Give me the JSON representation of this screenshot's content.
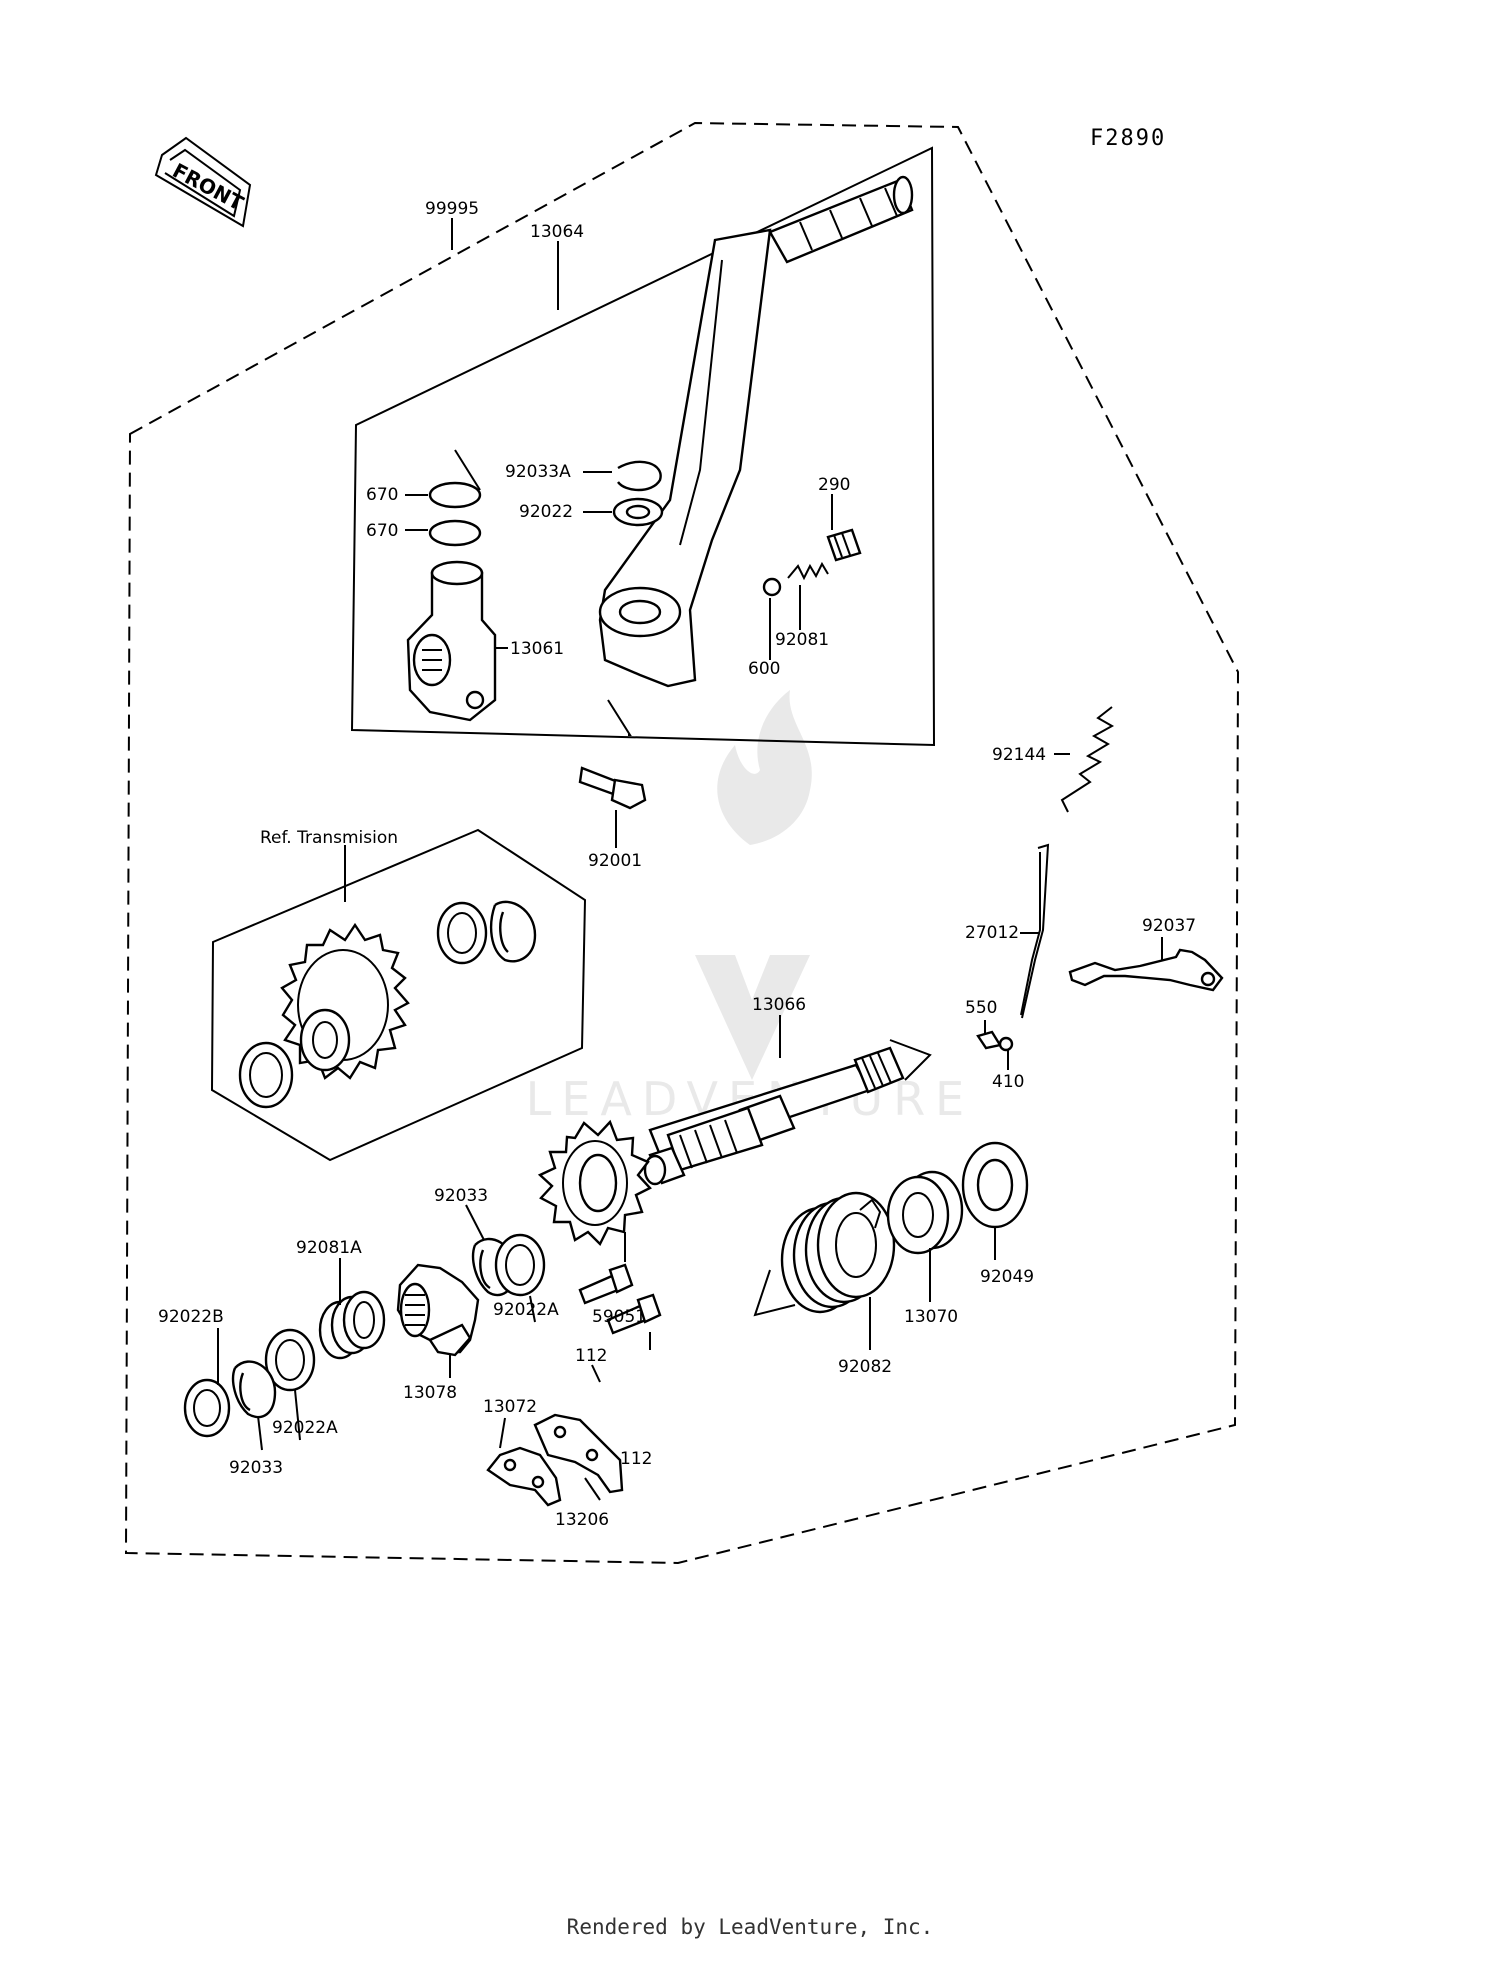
{
  "figure_code": "F2890",
  "front_label": "FRONT",
  "watermark": "LEADVENTURE",
  "reference_label": "Ref. Transmision",
  "footer": "Rendered by LeadVenture, Inc.",
  "part_labels": {
    "p99995": "99995",
    "p13064": "13064",
    "p92033A": "92033A",
    "p92022": "92022",
    "p290": "290",
    "p670a": "670",
    "p670b": "670",
    "p13061": "13061",
    "p92081": "92081",
    "p600": "600",
    "p92144": "92144",
    "p92001": "92001",
    "p27012": "27012",
    "p92037": "92037",
    "p550": "550",
    "p410": "410",
    "p13066": "13066",
    "p92033a": "92033",
    "p92081A": "92081A",
    "p92022A_a": "92022A",
    "p59051": "59051",
    "p92049": "92049",
    "p13070": "13070",
    "p92022B": "92022B",
    "p13078": "13078",
    "p92082": "92082",
    "p112a": "112",
    "p13072": "13072",
    "p92022A_b": "92022A",
    "p112b": "112",
    "p92033b": "92033",
    "p13206": "13206"
  }
}
